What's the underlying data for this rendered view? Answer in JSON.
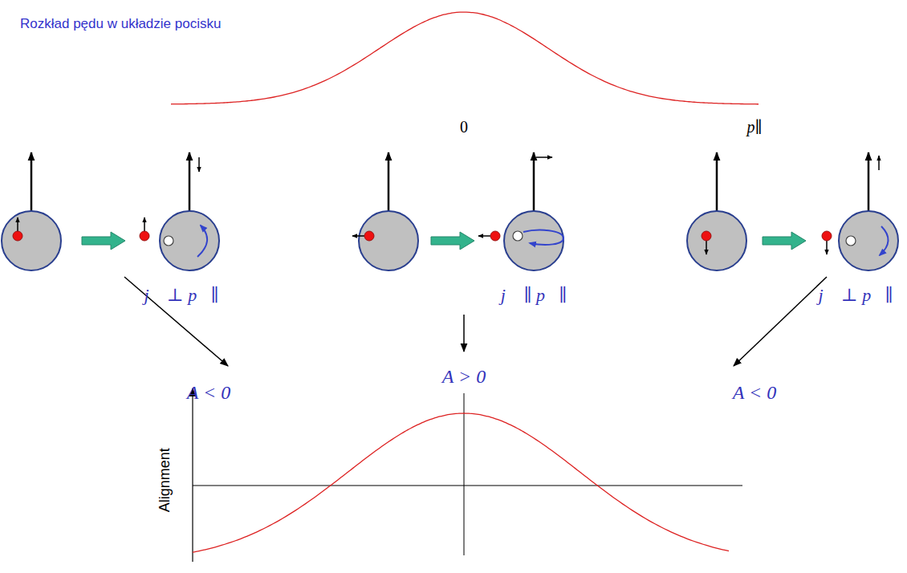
{
  "diagram": {
    "labels": [
      "Rozkład pędu w układzie pocisku",
      "0",
      "p∥",
      "j⃗ ⊥ p⃗∥",
      "j⃗ ∥ p⃗∥",
      "j⃗ ⊥ p⃗∥",
      "A < 0",
      "A > 0",
      "A < 0",
      "Alignment"
    ]
  }
}
